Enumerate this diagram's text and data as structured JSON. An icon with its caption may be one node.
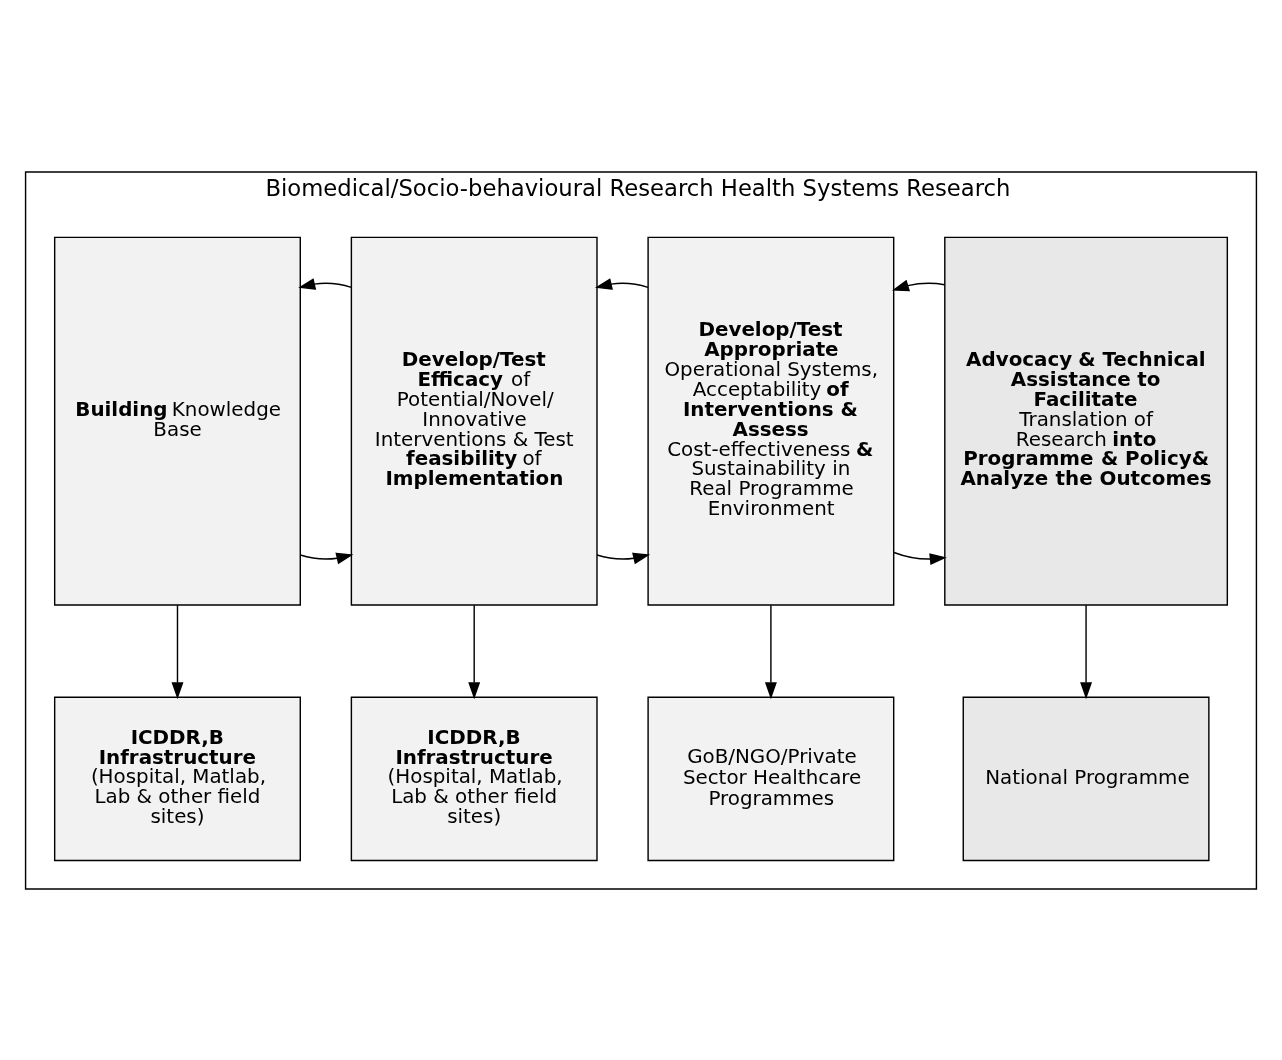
{
  "diagram": {
    "nodes": [
      {
        "text": [
          "Biomedical/Socio-behavioural Research Health Systems Research"
        ]
      },
      {
        "text": [
          "**Building** Knowledge Base"
        ],
        "in": 0
      },
      {
        "text": [
          "**Develop/Test Efficacy** of Potential/Novel/ Innovative Interventions & Test **feasibility** of **Implementation**"
        ],
        "in": 0
      },
      {
        "text": [
          "**Develop/Test Appropriate** Operational Systems, Acceptability **of Interventions & Assess** Cost-effectiveness **&** Sustainability in Real Programme Environment"
        ],
        "in": 0
      },
      {
        "text": [
          "**Advocacy & Technical Assistance to Facilitate** Translation of Research **into Programme & Policy& Analyze the Outcomes**"
        ],
        "in": 0
      },
      {
        "text": [
          "**ICDDR,B Infrastructure** (Hospital, Matlab, Lab & other field sites)"
        ],
        "in": 0
      },
      {
        "text": [
          "**ICDDR,B Infrastructure** (Hospital, Matlab, Lab & other field sites)"
        ],
        "in": 0
      },
      {
        "text": [
          "GoB/NGO/Private Sector Healthcare Programmes"
        ],
        "in": 0
      },
      {
        "text": [
          "National Programme"
        ],
        "in": 0
      }
    ],
    "edges": [
      {
        "from": 1,
        "to": 2,
        "arrow": "to"
      },
      {
        "from": 2,
        "to": 1,
        "arrow": "to"
      },
      {
        "from": 2,
        "to": 3,
        "arrow": "to"
      },
      {
        "from": 3,
        "to": 2,
        "arrow": "to"
      },
      {
        "from": 3,
        "to": 4,
        "arrow": "to"
      },
      {
        "from": 4,
        "to": 3,
        "arrow": "to"
      },
      {
        "from": 1,
        "to": 5,
        "arrow": "to"
      },
      {
        "from": 2,
        "to": 6,
        "arrow": "to"
      },
      {
        "from": 3,
        "to": 7,
        "arrow": "to"
      },
      {
        "from": 4,
        "to": 8,
        "arrow": "to"
      }
    ]
  }
}
